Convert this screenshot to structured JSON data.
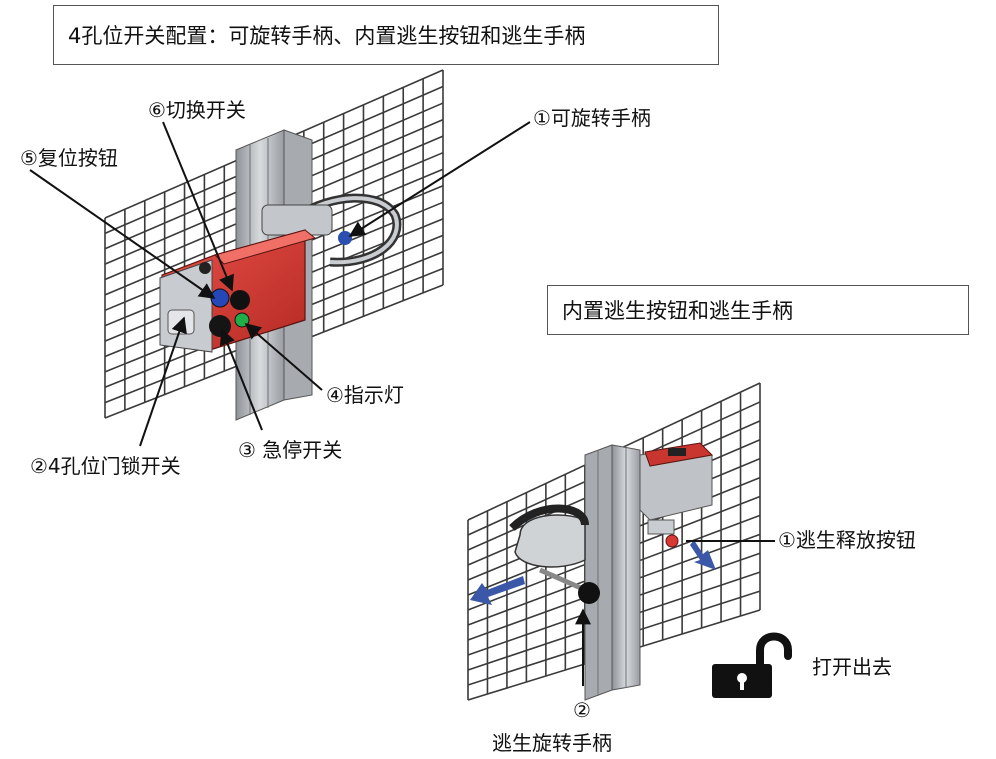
{
  "main_title": "4孔位开关配置：可旋转手柄、内置逃生按钮和逃生手柄",
  "sub_title": "内置逃生按钮和逃生手柄",
  "labels_top": {
    "rotatable_handle": "①可旋转手柄",
    "door_lock_switch": "②4孔位门锁开关",
    "emergency_stop": "③ 急停开关",
    "indicator": "④指示灯",
    "reset_button": "⑤复位按钮",
    "selector_switch": "⑥切换开关"
  },
  "labels_bottom": {
    "escape_release_button": "①逃生释放按钮",
    "escape_handle_number": "②",
    "escape_handle_text": "逃生旋转手柄",
    "open_exit": "打开出去"
  },
  "colors": {
    "lock_red": "#d63a32",
    "metal": "#b9bcc0",
    "grid": "#3a3a3a",
    "arrow_blue": "#3b57a8",
    "leader": "#111111"
  },
  "icons": {
    "open_exit": "unlocked-padlock-icon"
  }
}
